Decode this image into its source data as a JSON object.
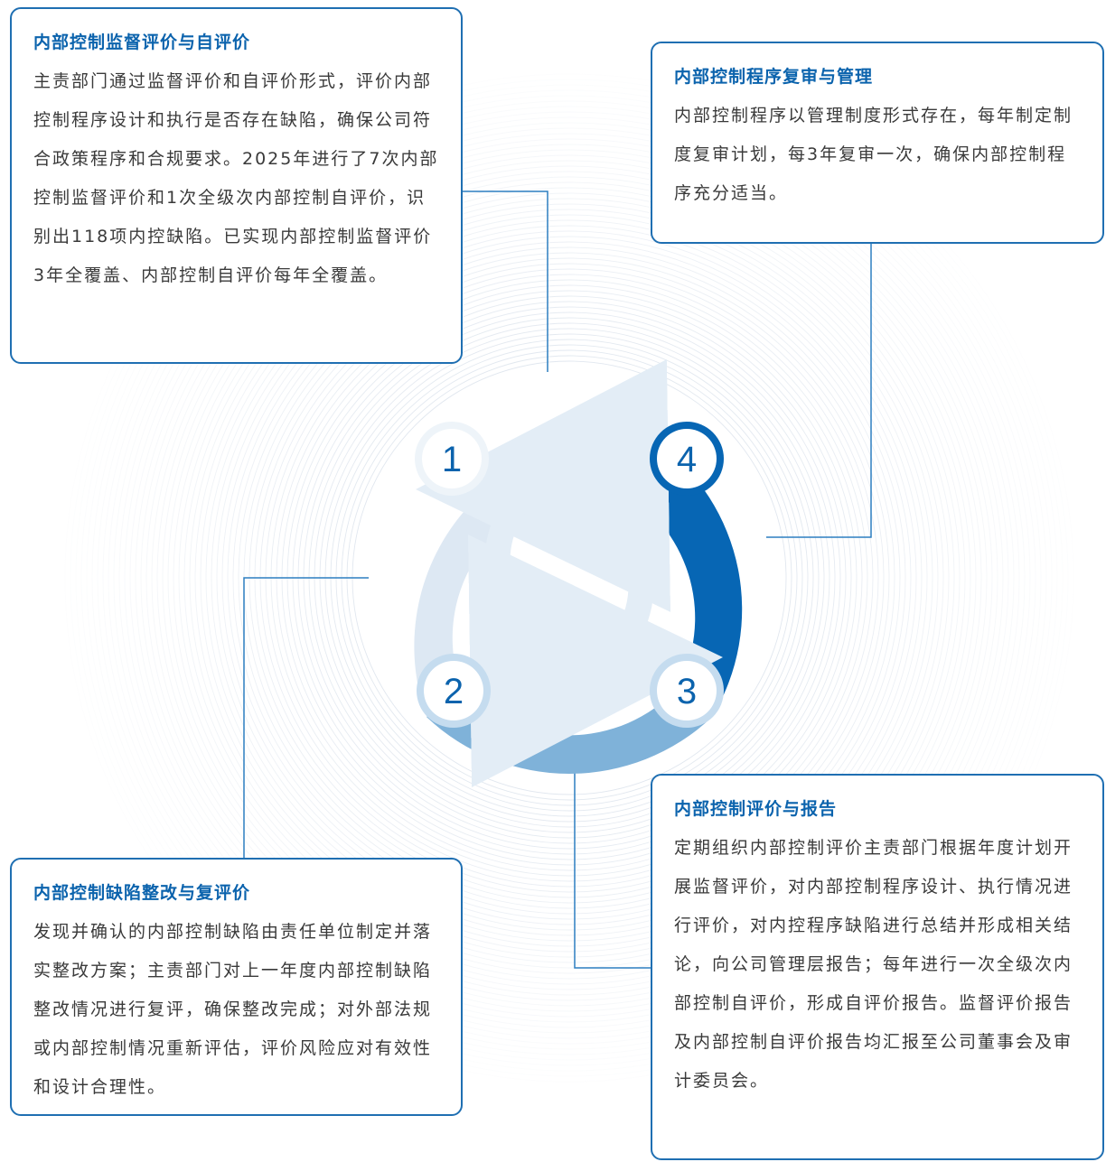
{
  "steps": [
    {
      "number": "1",
      "title": "内部控制监督评价与自评价",
      "text": "主责部门通过监督评价和自评价形式，评价内部控制程序设计和执行是否存在缺陷，确保公司符合政策程序和合规要求。2025年进行了7次内部控制监督评价和1次全级次内部控制自评价，识别出118项内控缺陷。已实现内部控制监督评价3年全覆盖、内部控制自评价每年全覆盖。"
    },
    {
      "number": "2",
      "title": "内部控制缺陷整改与复评价",
      "text": "发现并确认的内部控制缺陷由责任单位制定并落实整改方案；主责部门对上一年度内部控制缺陷整改情况进行复评，确保整改完成；对外部法规或内部控制情况重新评估，评价风险应对有效性和设计合理性。"
    },
    {
      "number": "3",
      "title": "内部控制评价与报告",
      "text": "定期组织内部控制评价主责部门根据年度计划开展监督评价，对内部控制程序设计、执行情况进行评价，对内控程序缺陷进行总结并形成相关结论，向公司管理层报告；每年进行一次全级次内部控制自评价，形成自评价报告。监督评价报告及内部控制自评价报告均汇报至公司董事会及审计委员会。"
    },
    {
      "number": "4",
      "title": "内部控制程序复审与管理",
      "text": "内部控制程序以管理制度形式存在，每年制定制度复审计划，每3年复审一次，确保内部控制程序充分适当。"
    }
  ],
  "colors": {
    "accent": "#0b63ad",
    "border": "#1f6fb2",
    "segment_1": "#dde8f3",
    "segment_2": "#7fb2d9",
    "segment_4": "#0766b4",
    "connector": "#2d7fc1"
  }
}
